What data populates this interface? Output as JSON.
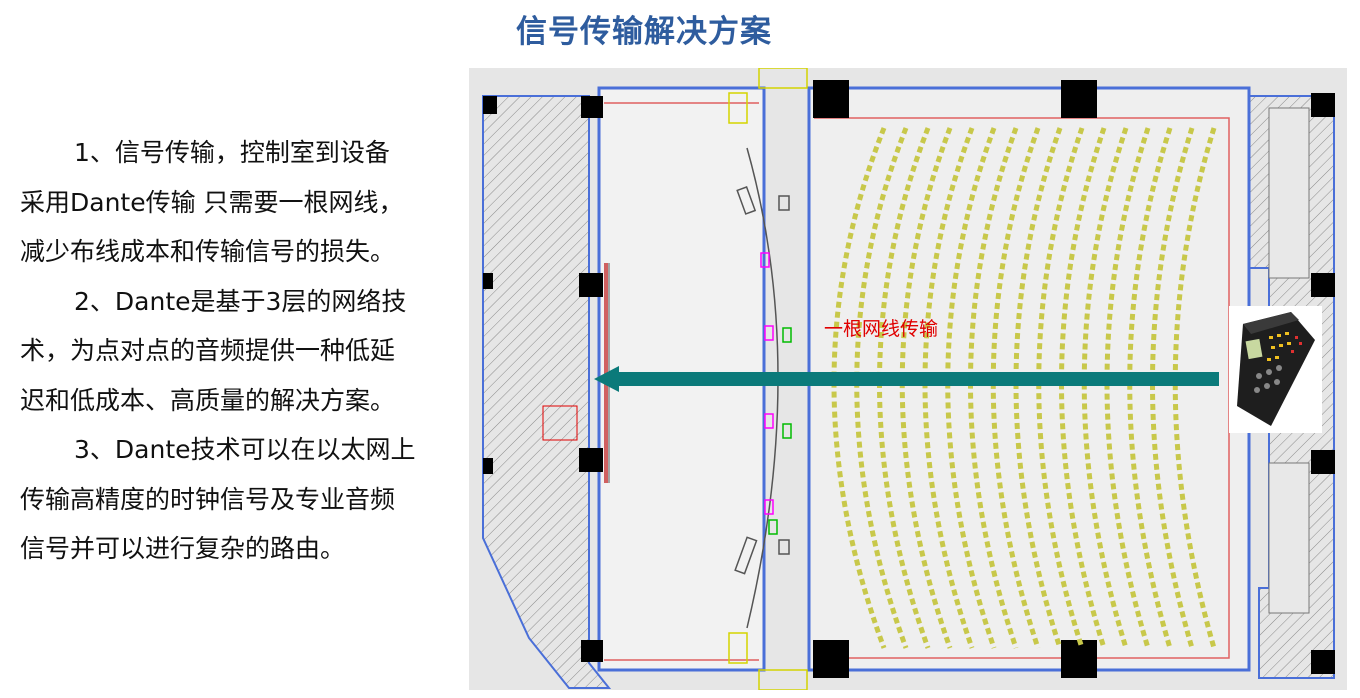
{
  "title": "信号传输解决方案",
  "points": [
    {
      "lines": [
        "1、信号传输，控制室到设备",
        "采用Dante传输 只需要一根网线，",
        "减少布线成本和传输信号的损失。"
      ]
    },
    {
      "lines": [
        "2、Dante是基于3层的网络技",
        "术，为点对点的音频提供一种低延",
        "迟和低成本、高质量的解决方案。"
      ]
    },
    {
      "lines": [
        "3、Dante技术可以在以太网上",
        "传输高精度的时钟信号及专业音频",
        "信号并可以进行复杂的路由。"
      ]
    }
  ],
  "diagram": {
    "cable_label": "一根网线传输",
    "arrow_color": "#0B7A7A",
    "wall_color": "#4a6fd8",
    "seat_color": "#c8c84a",
    "marker_color": "#ff00ff"
  }
}
